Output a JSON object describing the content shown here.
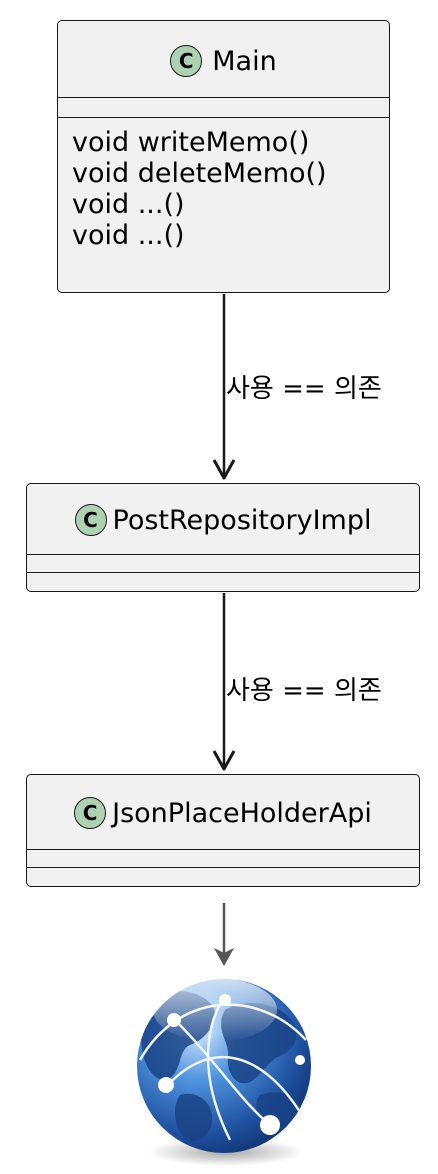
{
  "classes": {
    "main": {
      "badge": "C",
      "name": "Main",
      "methods": [
        "void writeMemo()",
        "void deleteMemo()",
        "void ...()",
        "void ...()"
      ]
    },
    "repo": {
      "badge": "C",
      "name": "PostRepositoryImpl"
    },
    "api": {
      "badge": "C",
      "name": "JsonPlaceHolderApi"
    }
  },
  "edges": {
    "main_to_repo": "사용  == 의존",
    "repo_to_api": "사용  == 의존"
  },
  "icons": {
    "network": "globe-icon"
  },
  "colors": {
    "class_fill": "#f1f1f1",
    "badge_fill": "#add1b2",
    "border": "#181818"
  }
}
